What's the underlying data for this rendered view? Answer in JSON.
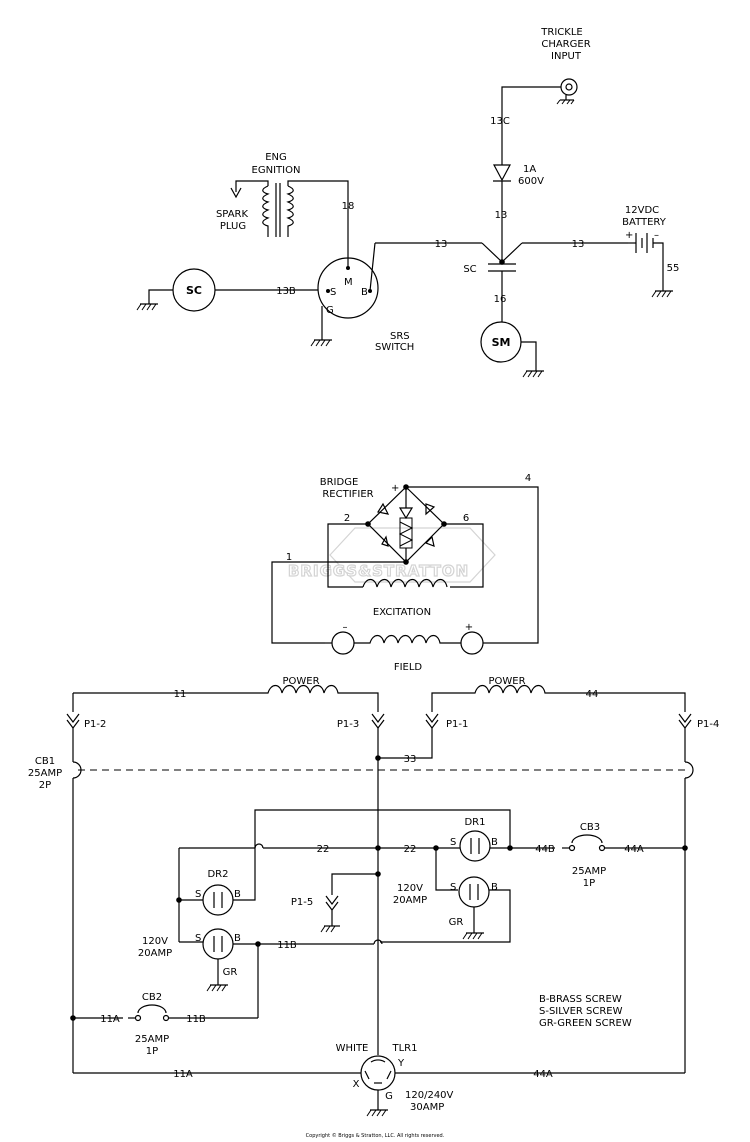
{
  "labels": {
    "trickle_charger": [
      "TRICKLE",
      "CHARGER",
      "INPUT"
    ],
    "wire_13c": "13C",
    "diode_rating": [
      "1A",
      "600V"
    ],
    "eng_ignition": [
      "ENG",
      "EGNITION"
    ],
    "spark_plug": [
      "SPARK",
      "PLUG"
    ],
    "wire_18": "18",
    "wire_13_upper": "13",
    "battery": [
      "12VDC",
      "BATTERY"
    ],
    "wire_13_left": "13",
    "wire_13_right": "13",
    "plus": "+",
    "minus": "–",
    "wire_55": "55",
    "sc_contact": "SC",
    "wire_16": "16",
    "sc_motor": "SC",
    "wire_13b": "13B",
    "srs_m": "M",
    "srs_s": "S",
    "srs_b": "B",
    "srs_g": "G",
    "srs_switch": [
      "SRS",
      "SWITCH"
    ],
    "sm": "SM",
    "bridge_rectifier": [
      "BRIDGE",
      "RECTIFIER"
    ],
    "br_plus": "+",
    "wire_4": "4",
    "wire_2": "2",
    "wire_6": "6",
    "wire_1": "1",
    "excitation": "EXCITATION",
    "field": "FIELD",
    "field_minus": "–",
    "field_plus": "+",
    "power_left": "POWER",
    "power_right": "POWER",
    "wire_11": "11",
    "wire_44": "44",
    "p1_2": "P1-2",
    "p1_3": "P1-3",
    "p1_1": "P1-1",
    "p1_4": "P1-4",
    "cb1": [
      "CB1",
      "25AMP",
      "2P"
    ],
    "wire_33": "33",
    "dr1": "DR1",
    "dr2": "DR2",
    "wire_22_left": "22",
    "wire_22_right": "22",
    "wire_44b": "44B",
    "wire_44a_top": "44A",
    "cb3": "CB3",
    "cb3_rating": [
      "25AMP",
      "1P"
    ],
    "dr1_rating": [
      "120V",
      "20AMP"
    ],
    "dr1_gr": "GR",
    "p1_5": "P1-5",
    "dr2_rating": [
      "120V",
      "20AMP"
    ],
    "dr2_gr": "GR",
    "wire_11b_right": "11B",
    "cb2": "CB2",
    "wire_11a_left": "11A",
    "wire_11b_left": "11B",
    "cb2_rating": [
      "25AMP",
      "1P"
    ],
    "legend": [
      "B-BRASS SCREW",
      "S-SILVER SCREW",
      "GR-GREEN SCREW"
    ],
    "white": "WHITE",
    "tlr1": "TLR1",
    "tlr_x": "X",
    "tlr_y": "Y",
    "tlr_g": "G",
    "wire_11a_bottom": "11A",
    "wire_44a_bottom": "44A",
    "tlr_rating": [
      "120/240V",
      "30AMP"
    ],
    "receptacle_s": "S",
    "receptacle_b": "B",
    "copyright": "Copyright © Briggs & Stratton, LLC. All rights reserved.",
    "watermark": "BRIGGS&STRATTON"
  }
}
